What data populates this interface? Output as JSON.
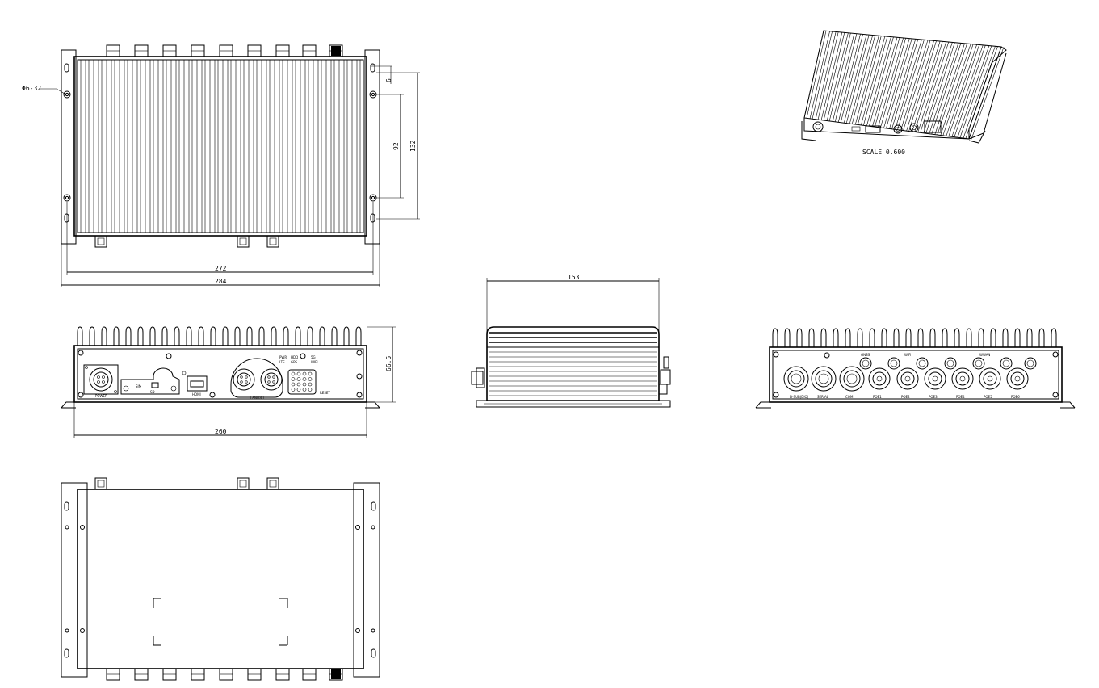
{
  "dimensions": {
    "hole_callout": "Φ6-32",
    "edge_offset": "6",
    "hole_spacing_v": "92",
    "mount_spacing_v": "132",
    "inner_width": "272",
    "overall_width": "284",
    "height": "66.5",
    "front_width": "260",
    "depth": "153"
  },
  "iso_view": {
    "scale_label": "SCALE 0.600"
  },
  "front_panel": {
    "power_label": "POWER",
    "sim_label": "SIM",
    "sd_label": "SD",
    "hdmi_label": "HDMI",
    "lan_label": "LAN(DC)",
    "reset_label": "RESET",
    "status_leds": [
      "PWR",
      "HDD",
      "LTE",
      "GPS",
      "5G",
      "WIFI"
    ]
  },
  "rear_panel": {
    "connector_labels": [
      "D-SUB(DIO)",
      "SERIAL",
      "COM",
      "POE1",
      "POE2",
      "POE3",
      "POE4",
      "POE5",
      "POE6"
    ],
    "antenna_labels": [
      "GNSS",
      "WiFi",
      "WWAN"
    ]
  }
}
